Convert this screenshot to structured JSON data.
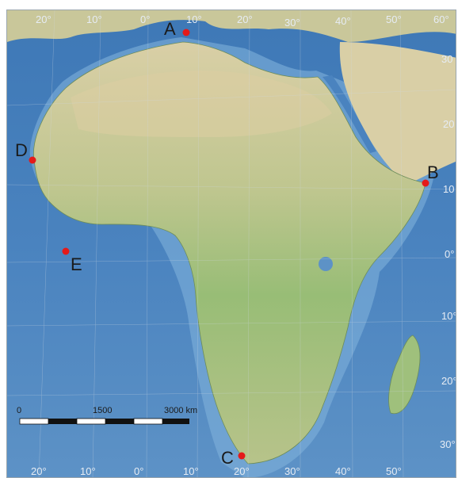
{
  "map": {
    "points": [
      {
        "id": "A",
        "label": "A"
      },
      {
        "id": "B",
        "label": "B"
      },
      {
        "id": "C",
        "label": "C"
      },
      {
        "id": "D",
        "label": "D"
      },
      {
        "id": "E",
        "label": "E"
      }
    ],
    "longitude_labels_top": [
      "20°",
      "10°",
      "0°",
      "10°",
      "20°",
      "30°",
      "40°",
      "50°",
      "60°"
    ],
    "longitude_labels_bottom": [
      "20°",
      "10°",
      "0°",
      "10°",
      "20°",
      "30°",
      "40°",
      "50°"
    ],
    "latitude_labels_right": [
      "30",
      "20",
      "10",
      "0°",
      "10°",
      "20°",
      "30°"
    ],
    "scale_bar": {
      "label_start": "0",
      "label_mid": "1500",
      "label_end": "3000 km"
    },
    "colors": {
      "ocean": "#4f86c0",
      "land_green": "#9cc07a",
      "land_tan": "#d8c9a0",
      "point": "#e41a1a"
    }
  }
}
